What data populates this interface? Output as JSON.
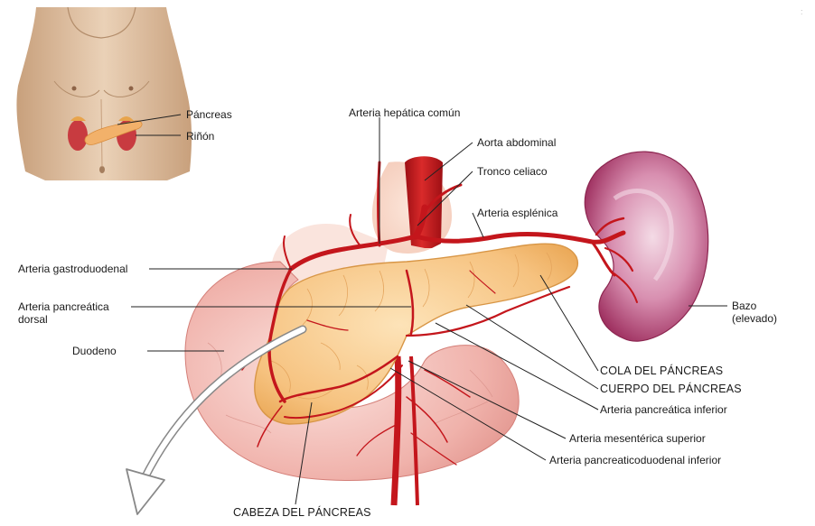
{
  "inset": {
    "pancreas_label": "Páncreas",
    "kidney_label": "Riñón"
  },
  "labels": {
    "common_hepatic_artery": "Arteria hepática común",
    "abdominal_aorta": "Aorta abdominal",
    "celiac_trunk": "Tronco celiaco",
    "splenic_artery": "Arteria esplénica",
    "gastroduodenal_artery": "Arteria gastroduodenal",
    "dorsal_pancreatic_artery_line1": "Arteria pancreática",
    "dorsal_pancreatic_artery_line2": "dorsal",
    "duodenum": "Duodeno",
    "spleen_line1": "Bazo",
    "spleen_line2": "(elevado)",
    "tail_of_pancreas": "COLA DEL PÁNCREAS",
    "body_of_pancreas": "CUERPO DEL PÁNCREAS",
    "inferior_pancreatic_artery": "Arteria pancreática inferior",
    "superior_mesenteric_artery": "Arteria mesentérica superior",
    "inferior_pancreaticoduodenal_artery": "Arteria pancreaticoduodenal inferior",
    "head_of_pancreas": "CABEZA DEL PÁNCREAS"
  },
  "colors": {
    "artery": "#c4161c",
    "pancreas": "#f7c886",
    "duodenum": "#f3b7b2",
    "spleen": "#b23a6c",
    "skin": "#e2c4a6",
    "leader": "#222222"
  }
}
